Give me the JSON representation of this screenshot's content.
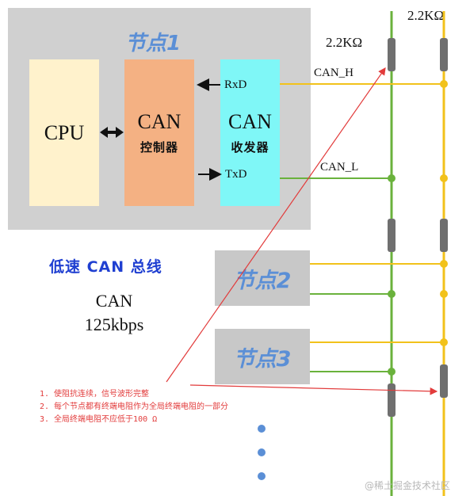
{
  "node1": {
    "title": "节点1",
    "cpu_label": "CPU",
    "controller": {
      "line1": "CAN",
      "line2": "控制器"
    },
    "transceiver": {
      "line1": "CAN",
      "line2": "收发器"
    },
    "rxd": "RxD",
    "txd": "TxD"
  },
  "bus": {
    "can_h": "CAN_H",
    "can_l": "CAN_L",
    "resistor_left": "2.2KΩ",
    "resistor_right": "2.2KΩ",
    "color_h": "#f2c21b",
    "color_l": "#6ab23c"
  },
  "node2": {
    "title": "节点2"
  },
  "node3": {
    "title": "节点3"
  },
  "network": {
    "title": "低速 CAN 总线",
    "protocol": "CAN",
    "speed": "125kbps"
  },
  "notes": [
    "1. 使阻抗连续，信号波形完整",
    "2. 每个节点都有终端电阻作为全局终端电阻的一部分",
    "3. 全局终端电阻不应低于100 Ω"
  ],
  "watermark": "@稀土掘金技术社区"
}
